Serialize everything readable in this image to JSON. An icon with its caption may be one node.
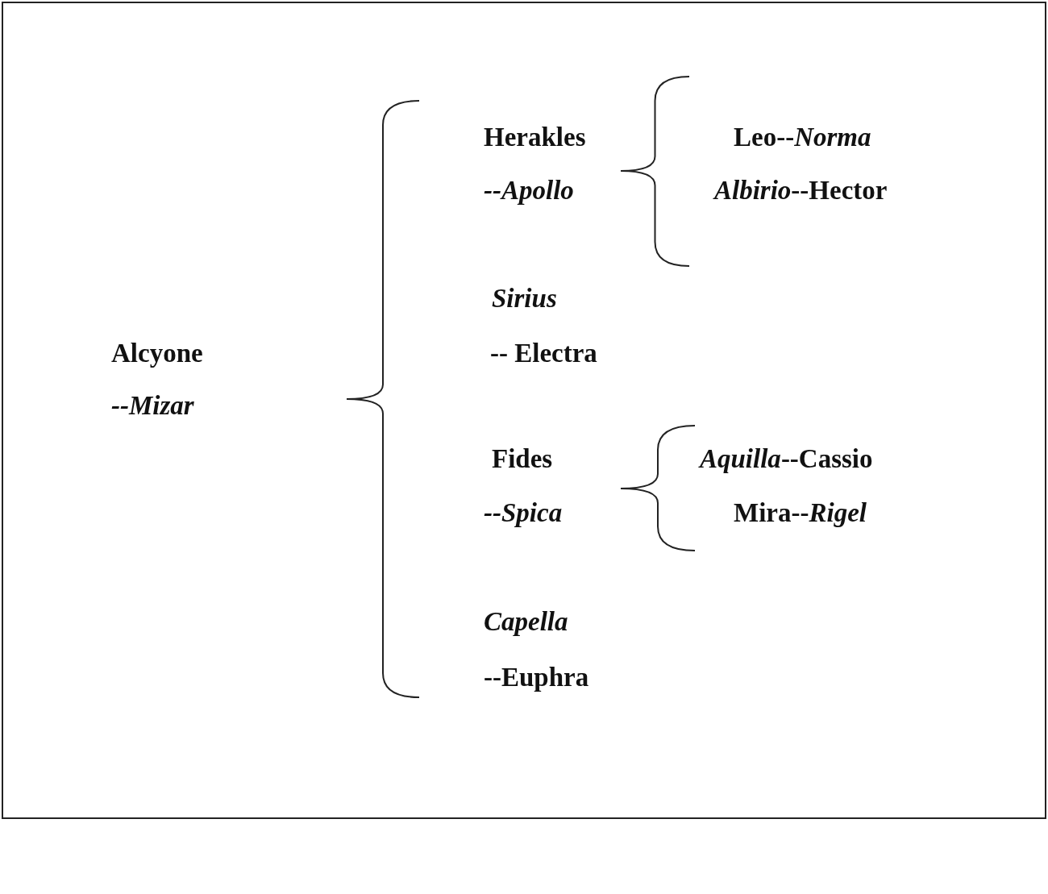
{
  "diagram": {
    "labels": [
      "Herakles",
      "Leo--*Norma*",
      "--Apollo",
      "*Albirio*--Hector",
      "Sirius",
      "Alcyone",
      "-- Electra",
      "--Mizar",
      "Fides",
      "*Aquilla*--Cassio",
      "--Spica",
      "Mira--*Rigel*",
      "Capella",
      "--Euphra"
    ]
  }
}
